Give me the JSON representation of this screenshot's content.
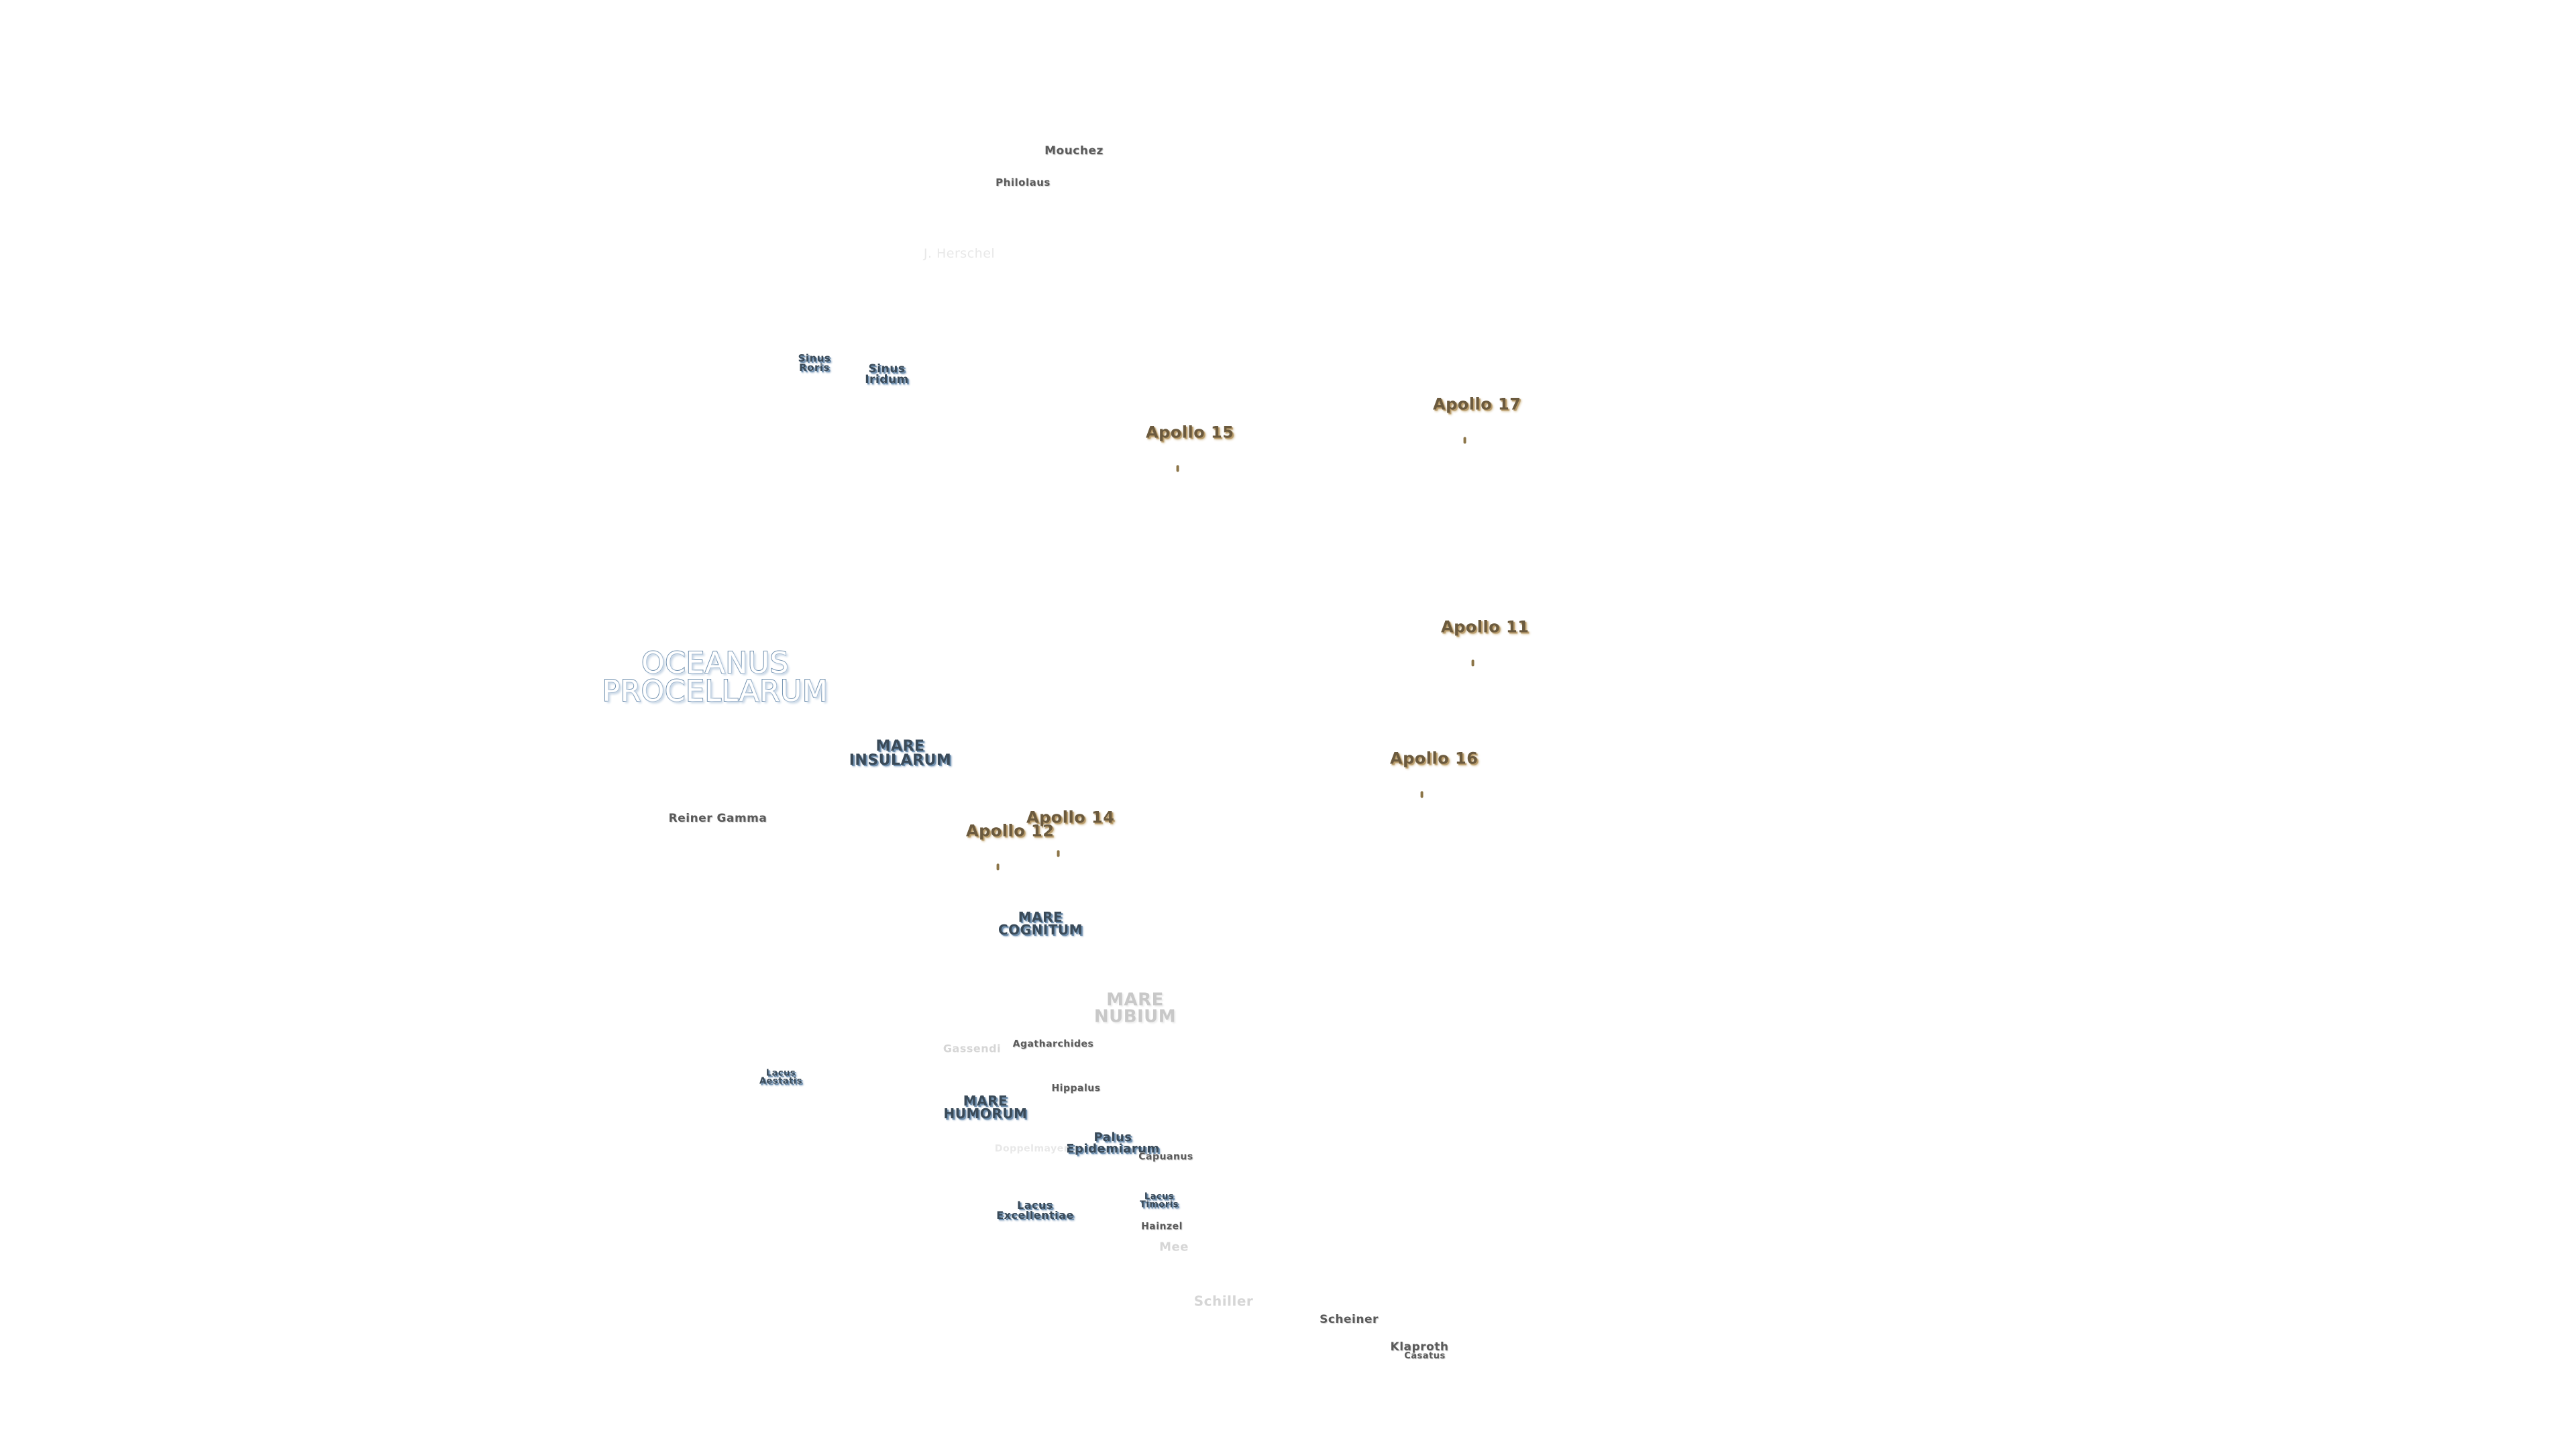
{
  "map": {
    "colors": {
      "background": "#ffffff",
      "mare_text": "#3a4a58",
      "mare_shadow": "#6f8fae",
      "apollo_text": "#6b5a3e",
      "apollo_shadow": "#b89b6a",
      "crater_text": "#5a5a5a"
    },
    "labels": {
      "mouchez": "Mouchez",
      "philolaus": "Philolaus",
      "j_herschel": "J. Herschel",
      "sinus_roris": "Sinus\nRoris",
      "sinus_iridum": "Sinus\nIridum",
      "apollo_15": "Apollo 15",
      "apollo_17": "Apollo 17",
      "oceanus_procellarum": "OCEANUS\nPROCELLARUM",
      "apollo_11": "Apollo 11",
      "mare_insularum": "MARE\nINSULARUM",
      "apollo_16": "Apollo 16",
      "reiner_gamma": "Reiner Gamma",
      "apollo_14": "Apollo 14",
      "apollo_12": "Apollo 12",
      "mare_cognitum": "MARE\nCOGNITUM",
      "mare_nubium": "MARE\nNUBIUM",
      "gassendi": "Gassendi",
      "agatharchides": "Agatharchides",
      "lacus_aestatis": "Lacus\nAestatis",
      "hippalus": "Hippalus",
      "mare_humorum": "MARE\nHUMORUM",
      "palus_epidemiarum": "Palus\nEpidemiarum",
      "capuanus": "Capuanus",
      "doppelmayer": "Doppelmayer",
      "lacus_excellentiae": "Lacus\nExcellentiae",
      "lacus_timoris": "Lacus\nTimoris",
      "hainzel": "Hainzel",
      "mee": "Mee",
      "schiller": "Schiller",
      "scheiner": "Scheiner",
      "klaproth": "Klaproth",
      "casatus": "Casatus"
    }
  }
}
